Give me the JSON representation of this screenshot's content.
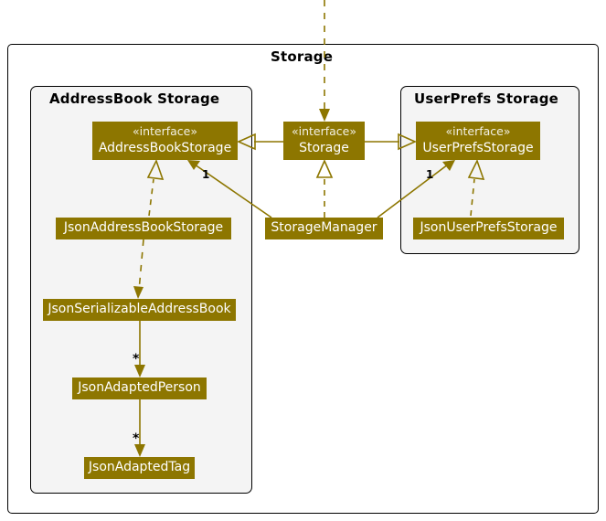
{
  "diagram": {
    "type": "uml-class-diagram",
    "colors": {
      "node_fill": "#8D7600",
      "node_text": "#FFFFFF",
      "edge": "#8D7600",
      "package_fill": "#F4F4F4",
      "package_border": "#000000",
      "canvas": "#FFFFFF"
    }
  },
  "packages": [
    {
      "id": "storage",
      "title": "Storage"
    },
    {
      "id": "addressbook",
      "title": "AddressBook Storage"
    },
    {
      "id": "userprefs",
      "title": "UserPrefs Storage"
    }
  ],
  "nodes": [
    {
      "id": "addressbookstorage",
      "stereotype": "«interface»",
      "name": "AddressBookStorage",
      "kind": "interface",
      "package": "addressbook"
    },
    {
      "id": "storage",
      "stereotype": "«interface»",
      "name": "Storage",
      "kind": "interface",
      "package": "storage"
    },
    {
      "id": "userprefsstorage",
      "stereotype": "«interface»",
      "name": "UserPrefsStorage",
      "kind": "interface",
      "package": "userprefs"
    },
    {
      "id": "jsonaddressbookstorage",
      "stereotype": "",
      "name": "JsonAddressBookStorage",
      "kind": "class",
      "package": "addressbook"
    },
    {
      "id": "storagemanager",
      "stereotype": "",
      "name": "StorageManager",
      "kind": "class",
      "package": "storage"
    },
    {
      "id": "jsonuserprefsstorage",
      "stereotype": "",
      "name": "JsonUserPrefsStorage",
      "kind": "class",
      "package": "userprefs"
    },
    {
      "id": "jsonserializableaddressbook",
      "stereotype": "",
      "name": "JsonSerializableAddressBook",
      "kind": "class",
      "package": "addressbook"
    },
    {
      "id": "jsonadaptedperson",
      "stereotype": "",
      "name": "JsonAdaptedPerson",
      "kind": "class",
      "package": "addressbook"
    },
    {
      "id": "jsonadaptedtag",
      "stereotype": "",
      "name": "JsonAdaptedTag",
      "kind": "class",
      "package": "addressbook"
    }
  ],
  "edges": [
    {
      "id": "external-to-storage",
      "from": "external",
      "to": "storage",
      "style": "dashed",
      "head": "open-arrow",
      "label": ""
    },
    {
      "id": "storage-ext-ab",
      "from": "storage",
      "to": "addressbookstorage",
      "style": "solid",
      "head": "hollow-triangle",
      "label": ""
    },
    {
      "id": "storage-ext-up",
      "from": "storage",
      "to": "userprefsstorage",
      "style": "solid",
      "head": "hollow-triangle",
      "label": ""
    },
    {
      "id": "sm-impl-storage",
      "from": "storagemanager",
      "to": "storage",
      "style": "dashed",
      "head": "hollow-triangle",
      "label": ""
    },
    {
      "id": "sm-assoc-ab",
      "from": "storagemanager",
      "to": "addressbookstorage",
      "style": "solid",
      "head": "open-arrow",
      "label": "1"
    },
    {
      "id": "sm-assoc-up",
      "from": "storagemanager",
      "to": "userprefsstorage",
      "style": "solid",
      "head": "open-arrow",
      "label": "1"
    },
    {
      "id": "jabs-impl-abs",
      "from": "jsonaddressbookstorage",
      "to": "addressbookstorage",
      "style": "dashed",
      "head": "hollow-triangle",
      "label": ""
    },
    {
      "id": "jups-impl-ups",
      "from": "jsonuserprefsstorage",
      "to": "userprefsstorage",
      "style": "dashed",
      "head": "hollow-triangle",
      "label": ""
    },
    {
      "id": "jabs-uses-jsab",
      "from": "jsonaddressbookstorage",
      "to": "jsonserializableaddressbook",
      "style": "dashed",
      "head": "open-arrow",
      "label": ""
    },
    {
      "id": "jsab-has-person",
      "from": "jsonserializableaddressbook",
      "to": "jsonadaptedperson",
      "style": "solid",
      "head": "open-arrow",
      "label": "*"
    },
    {
      "id": "person-has-tag",
      "from": "jsonadaptedperson",
      "to": "jsonadaptedtag",
      "style": "solid",
      "head": "open-arrow",
      "label": "*"
    }
  ],
  "edge_labels": {
    "ab_multiplicity": "1",
    "up_multiplicity": "1",
    "person_multiplicity": "*",
    "tag_multiplicity": "*"
  }
}
